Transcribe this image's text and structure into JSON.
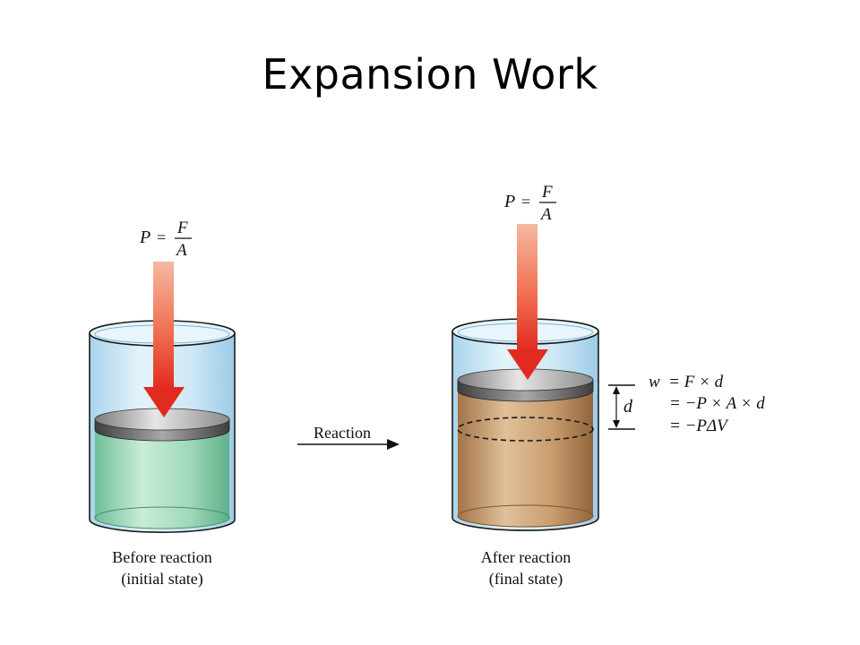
{
  "slide": {
    "title": "Expansion Work"
  },
  "diagram": {
    "formula_left": {
      "lhs": "P",
      "eq": "=",
      "num": "F",
      "den": "A"
    },
    "formula_right": {
      "lhs": "P",
      "eq": "=",
      "num": "F",
      "den": "A"
    },
    "reaction_label": "Reaction",
    "before": {
      "line1": "Before reaction",
      "line2": "(initial state)"
    },
    "after": {
      "line1": "After reaction",
      "line2": "(final state)"
    },
    "distance_label": "d",
    "work": {
      "line1": "w  = F × d",
      "line2": "= −P × A × d",
      "line3": "= −PΔV"
    },
    "colors": {
      "beaker_water": "#cde9f5",
      "green_liquid": "#8fd1b0",
      "brown_gas": "#c49a6c",
      "arrow_red": "#e8372a",
      "piston": "#9a9a9a"
    }
  }
}
